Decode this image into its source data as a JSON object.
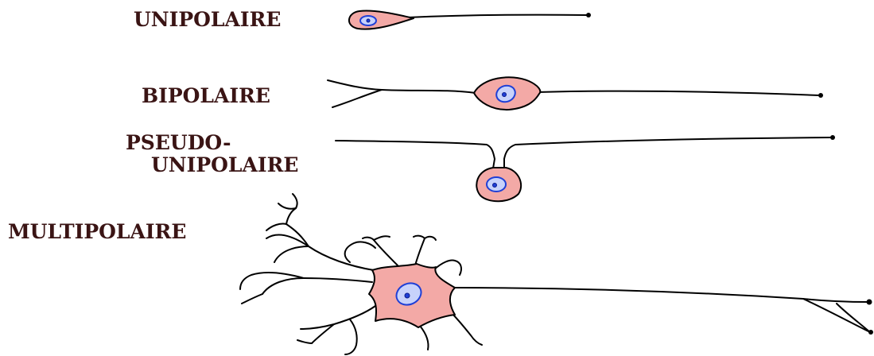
{
  "labels": {
    "unipolar": "UNIPOLAIRE",
    "bipolar": "BIPOLAIRE",
    "pseudo_line1": "PSEUDO-",
    "pseudo_line2": "UNIPOLAIRE",
    "multipolar": "MULTIPOLAIRE"
  },
  "colors": {
    "soma_fill": "#f3a9a6",
    "nucleus_fill": "#c7d2fb",
    "nucleus_outline": "#1f3fd6",
    "label_text": "#3a1414",
    "fiber": "#000000"
  }
}
